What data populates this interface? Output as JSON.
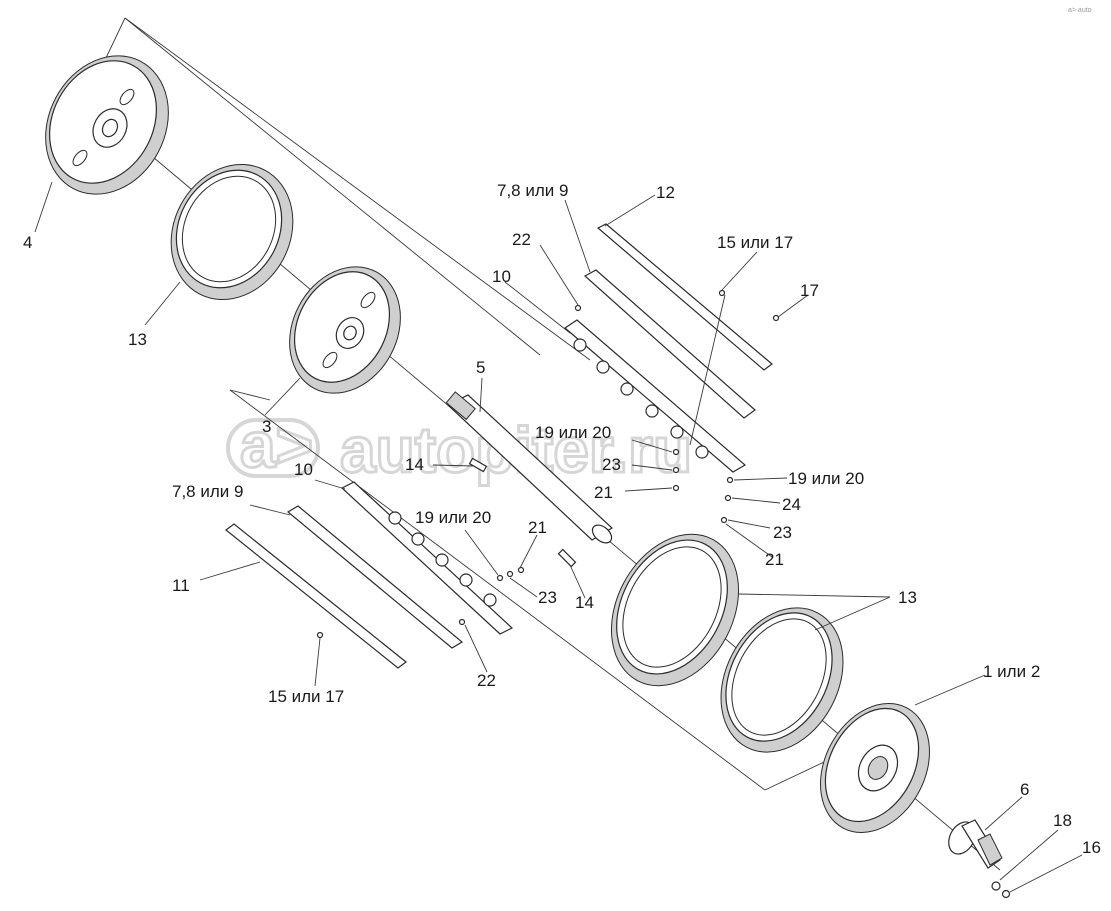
{
  "watermark": {
    "text": "autopiter.ru",
    "mark": "a>"
  },
  "corner_mark": "a> auto",
  "labels": {
    "l4": "4",
    "l13a": "13",
    "l3": "3",
    "l5": "5",
    "l14a": "14",
    "l14b": "14",
    "l10a": "10",
    "l10b": "10",
    "l22a": "22",
    "l22b": "22",
    "l7a": "7,8 или 9",
    "l7b": "7,8 или 9",
    "l12": "12",
    "l15a": "15 или 17",
    "l15b": "15 или 17",
    "l17": "17",
    "l19a": "19 или 20",
    "l19b": "19 или 20",
    "l19c": "19 или 20",
    "l23a": "23",
    "l23b": "23",
    "l23c": "23",
    "l21a": "21",
    "l21b": "21",
    "l21c": "21",
    "l24": "24",
    "l11": "11",
    "l13b": "13",
    "l1": "1 или 2",
    "l6": "6",
    "l18": "18",
    "l16": "16"
  }
}
